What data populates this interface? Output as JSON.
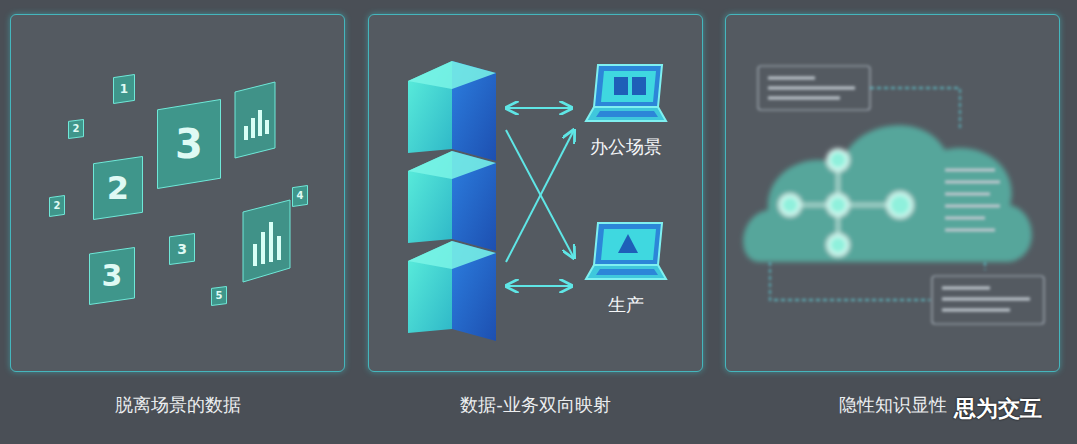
{
  "diagram": {
    "nodes": [
      {
        "text": [
          "脱离场景的数据"
        ]
      },
      {
        "text": [
          "1"
        ],
        "in": 0
      },
      {
        "text": [
          "2"
        ],
        "in": 0
      },
      {
        "text": [
          "3"
        ],
        "in": 0
      },
      {
        "text": [
          "2"
        ],
        "in": 0
      },
      {
        "text": [
          "2"
        ],
        "in": 0
      },
      {
        "text": [
          "4"
        ],
        "in": 0
      },
      {
        "text": [
          "3"
        ],
        "in": 0
      },
      {
        "text": [
          "3"
        ],
        "in": 0
      },
      {
        "text": [
          "5"
        ],
        "in": 0
      },
      {
        "text": [
          "数据-业务双向映射"
        ]
      },
      {
        "text": [
          "办公场景"
        ],
        "in": 10
      },
      {
        "text": [
          "生产"
        ],
        "in": 10
      },
      {
        "text": [
          "隐性知识显性"
        ]
      }
    ],
    "labels": [
      "思为交互"
    ]
  }
}
